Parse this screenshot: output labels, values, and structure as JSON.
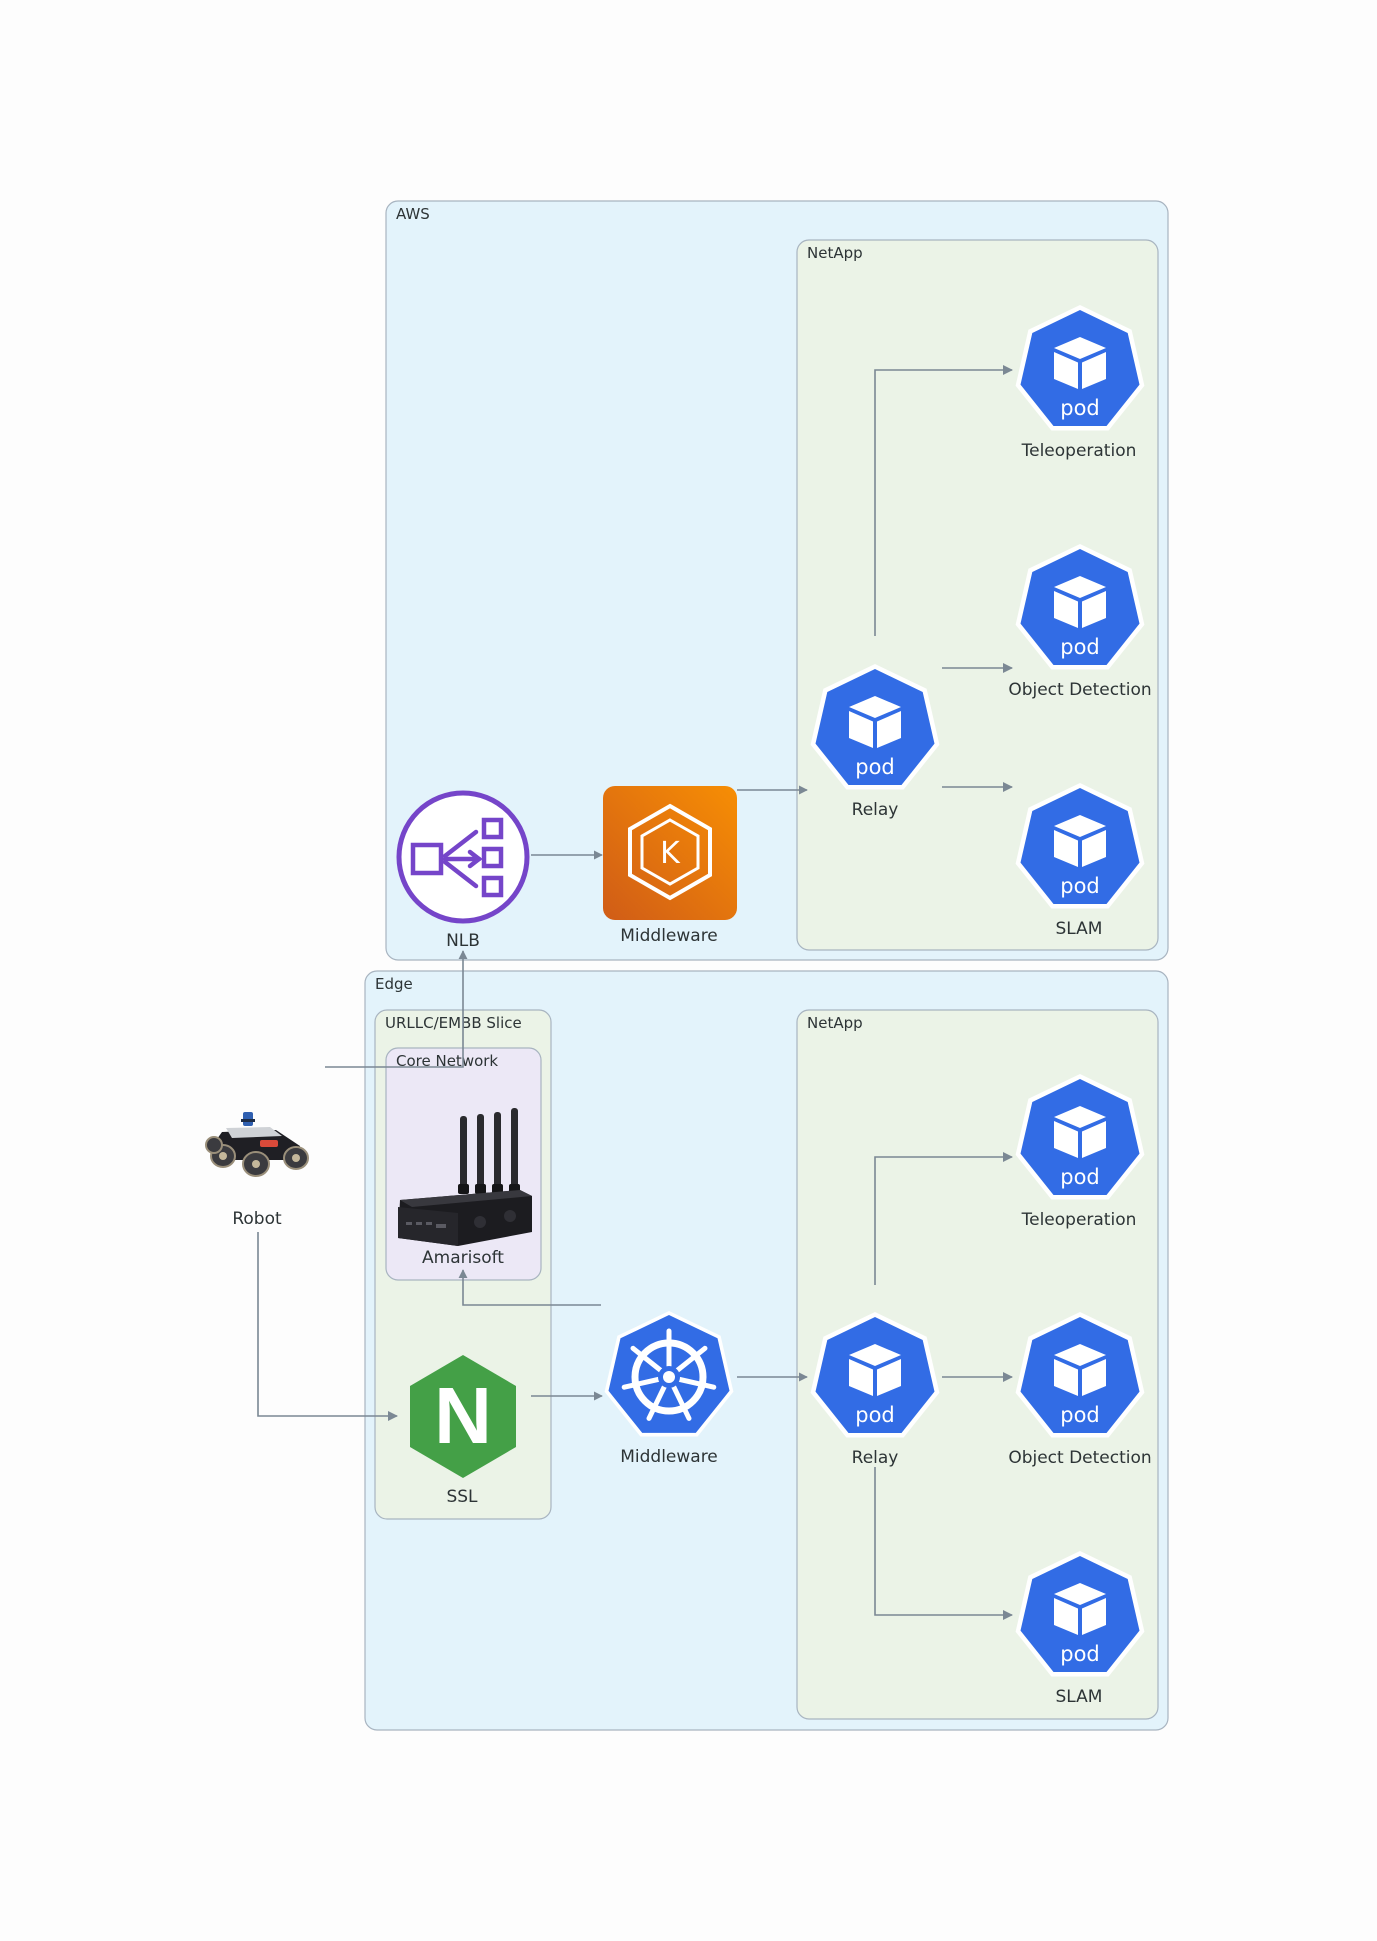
{
  "clusters": {
    "aws": "AWS",
    "aws_netapp": "NetApp",
    "edge": "Edge",
    "slice": "URLLC/EMBB Slice",
    "core": "Core Network",
    "edge_netapp": "NetApp"
  },
  "nodes": {
    "robot": "Robot",
    "nlb": "NLB",
    "aws_middleware": "Middleware",
    "aws_relay": "Relay",
    "aws_teleoperation": "Teleoperation",
    "aws_object_detection": "Object Detection",
    "aws_slam": "SLAM",
    "amarisoft": "Amarisoft",
    "ssl": "SSL",
    "edge_middleware": "Middleware",
    "edge_relay": "Relay",
    "edge_teleoperation": "Teleoperation",
    "edge_object_detection": "Object Detection",
    "edge_slam": "SLAM"
  },
  "icons": {
    "pod": "pod",
    "eks": "K",
    "nginx": "N"
  },
  "colors": {
    "cluster_blue": "#e3f3fb",
    "cluster_green": "#ebf3e7",
    "cluster_purple": "#ece8f6",
    "cluster_border": "#a8b4c0",
    "k8s_blue": "#326ce5",
    "nlb_purple": "#7545c9",
    "eks_orange_top": "#f78e04",
    "eks_orange_bottom": "#d05c17",
    "nginx_green": "#44a047",
    "edge_gray": "#7b8894"
  }
}
